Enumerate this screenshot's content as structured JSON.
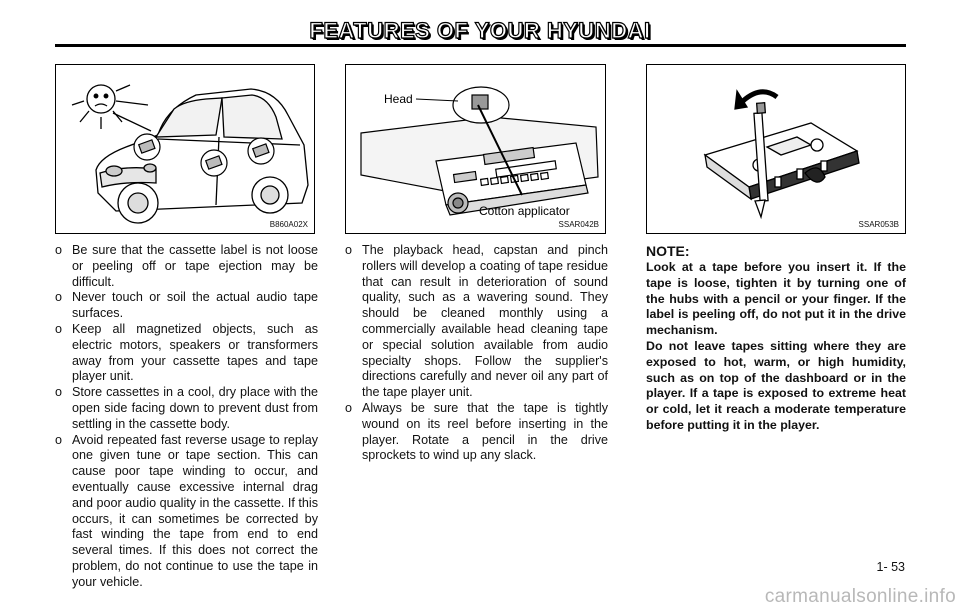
{
  "header": {
    "title": "FEATURES OF YOUR HYUNDAI"
  },
  "figures": [
    {
      "code": "B860A02X",
      "icons": [
        "car-with-speakers-illustration",
        "sun-face-icon"
      ]
    },
    {
      "code": "SSAR042B",
      "labels": {
        "head": "Head",
        "applicator": "Cotton applicator"
      }
    },
    {
      "code": "SSAR053B",
      "icons": [
        "cassette-with-pencil-illustration",
        "rotate-arrow-icon"
      ]
    }
  ],
  "column1": {
    "bullets": [
      "Be sure that the cassette label is not loose or peeling off or tape ejection may be difficult.",
      "Never touch or soil the actual audio tape surfaces.",
      "Keep all magnetized objects, such as electric motors, speakers or transformers away from your cassette tapes and tape player unit.",
      "Store cassettes in a cool, dry place with the open side facing down to prevent dust from settling in the cassette body.",
      "Avoid repeated fast reverse usage to replay one given tune or tape section. This can cause poor tape winding to occur, and eventually cause excessive internal drag and poor audio quality in the cassette. If this occurs, it can sometimes be corrected by fast winding the tape from end to end several times. If this does not correct the problem, do not continue to use the tape in your vehicle."
    ]
  },
  "column2": {
    "bullets": [
      "The playback head, capstan and pinch rollers will develop a coating of tape residue that can result in deterioration of sound quality, such as a wavering sound. They should be cleaned monthly using a commercially available head cleaning tape or special solution available from audio specialty shops. Follow the supplier's directions carefully and never oil any part of the tape player unit.",
      "Always be sure that the tape is tightly wound on its reel before inserting in the player. Rotate a pencil in the drive sprockets to wind up any slack."
    ]
  },
  "note": {
    "title": "NOTE:",
    "paragraphs": [
      "Look at a tape before you insert it. If the tape is loose, tighten it by turning one of the hubs with a pencil or your finger. If the label is peeling off, do not put it in the drive mechanism.",
      "Do not leave tapes sitting where they are exposed to hot, warm, or high humidity, such as on top of the dashboard or in the player. If a tape is exposed to extreme heat or cold, let it reach a moderate temperature before putting it in the player."
    ]
  },
  "bullet_mark": "o",
  "page_number": "1- 53",
  "watermark": "carmanualsonline.info"
}
